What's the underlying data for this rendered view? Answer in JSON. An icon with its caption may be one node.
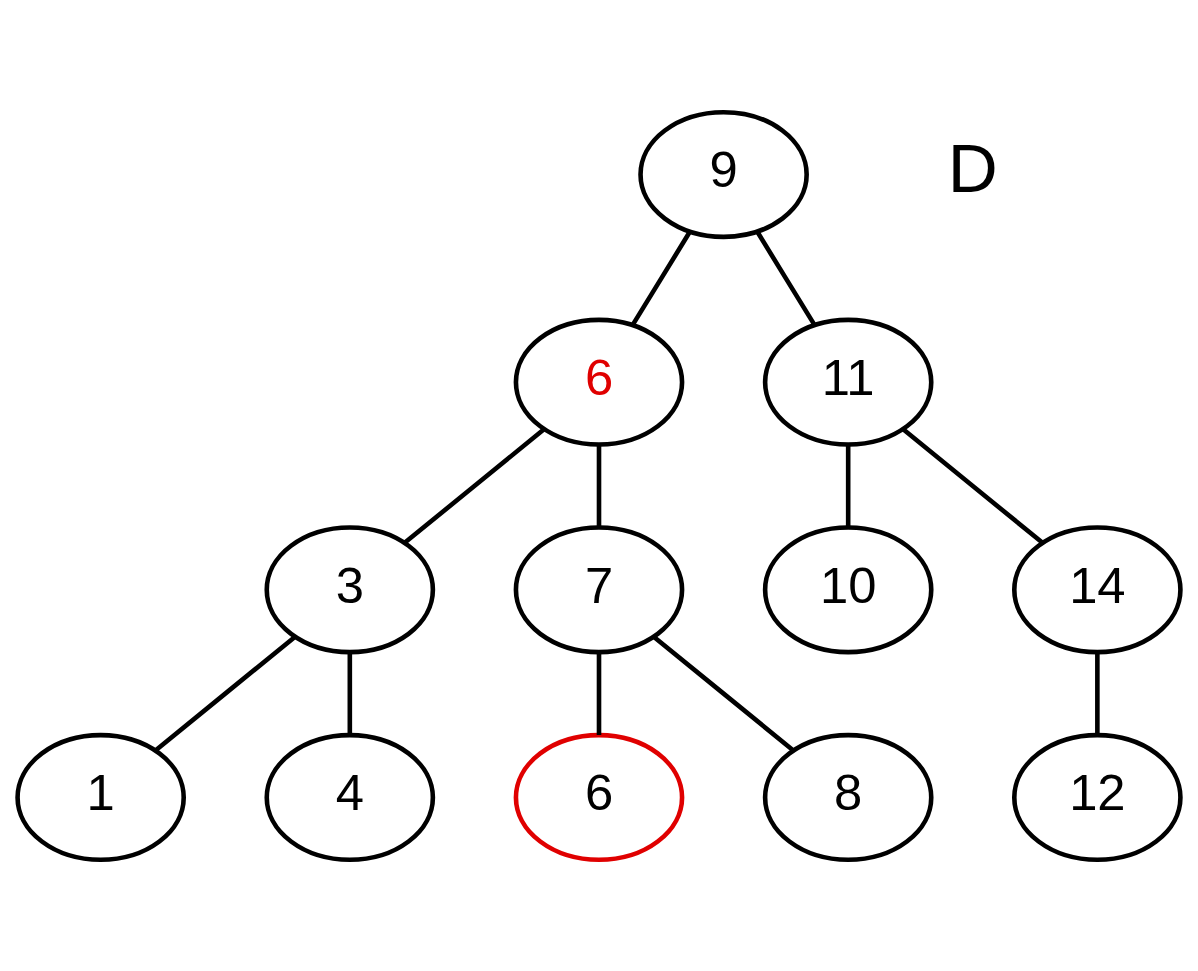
{
  "diagram": {
    "nodes": [
      {
        "text": [
          "9"
        ]
      },
      {
        "text": [
          "6"
        ]
      },
      {
        "text": [
          "11"
        ]
      },
      {
        "text": [
          "3"
        ]
      },
      {
        "text": [
          "7"
        ]
      },
      {
        "text": [
          "10"
        ]
      },
      {
        "text": [
          "14"
        ]
      },
      {
        "text": [
          "1"
        ]
      },
      {
        "text": [
          "4"
        ]
      },
      {
        "text": [
          "6"
        ]
      },
      {
        "text": [
          "8"
        ]
      },
      {
        "text": [
          "12"
        ]
      }
    ],
    "edges": [
      {
        "from": 0,
        "to": 1,
        "arrow": "none"
      },
      {
        "from": 0,
        "to": 2,
        "arrow": "none"
      },
      {
        "from": 1,
        "to": 3,
        "arrow": "none"
      },
      {
        "from": 1,
        "to": 4,
        "arrow": "none"
      },
      {
        "from": 2,
        "to": 5,
        "arrow": "none"
      },
      {
        "from": 2,
        "to": 6,
        "arrow": "none"
      },
      {
        "from": 3,
        "to": 7,
        "arrow": "none"
      },
      {
        "from": 3,
        "to": 8,
        "arrow": "none"
      },
      {
        "from": 4,
        "to": 9,
        "arrow": "none"
      },
      {
        "from": 4,
        "to": 10,
        "arrow": "none"
      },
      {
        "from": 6,
        "to": 11,
        "arrow": "none"
      }
    ],
    "labels": [
      "D"
    ]
  }
}
